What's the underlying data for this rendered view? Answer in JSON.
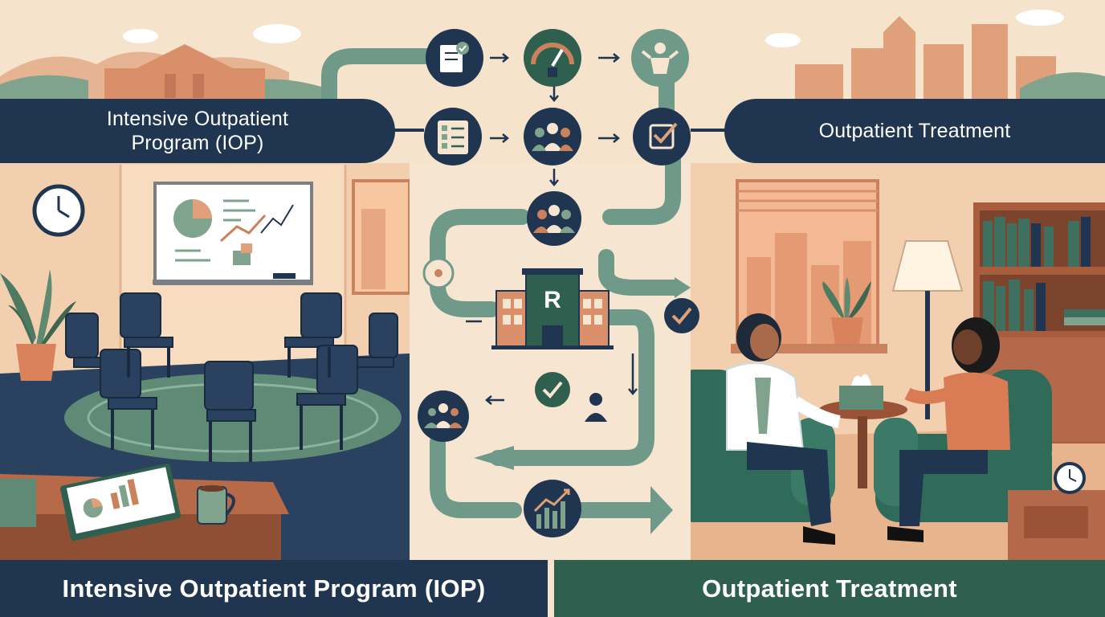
{
  "banners": {
    "top_left": "Intensive Outpatient Program (IOP)",
    "top_right": "Outpatient Treatment"
  },
  "footers": {
    "left": "Intensive Outpatient Program (IOP)",
    "right": "Outpatient Treatment"
  },
  "icons": [
    "document-check-icon",
    "gauge-icon",
    "person-support-icon",
    "checklist-icon",
    "group-icon",
    "checkbox-icon",
    "group-icon",
    "cycle-icon",
    "clinic-building-icon",
    "checkmark-icon",
    "checkmark-icon",
    "person-icon",
    "group-icon",
    "trend-chart-icon"
  ],
  "colors": {
    "navy": "#1f3550",
    "teal_path": "#6f9a8a",
    "forest_green": "#2f5f4f",
    "peach_wall": "#f0c9a4",
    "terracotta": "#c9825c"
  }
}
